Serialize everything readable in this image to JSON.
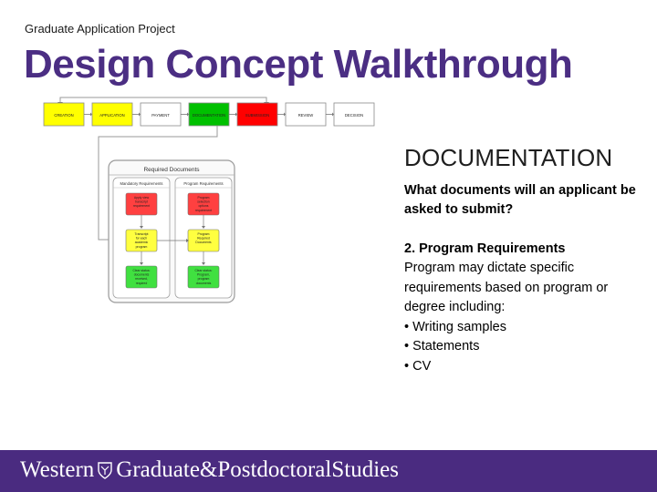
{
  "header": {
    "kicker": "Graduate Application Project",
    "title": "Design Concept Walkthrough"
  },
  "diagram": {
    "steps": [
      {
        "label": "CREATION",
        "color": "#ffff00"
      },
      {
        "label": "APPLICATION",
        "color": "#ffff00"
      },
      {
        "label": "PAYMENT",
        "color": "#ffffff"
      },
      {
        "label": "DOCUMENTATION",
        "color": "#00c000"
      },
      {
        "label": "SUBMISSION",
        "color": "#ff0000"
      },
      {
        "label": "REVIEW",
        "color": "#ffffff"
      },
      {
        "label": "DECISION",
        "color": "#ffffff"
      }
    ],
    "panel_title": "Required Documents",
    "lanes": [
      {
        "title": "Mandatory Requirements",
        "cards": [
          "Apply view transcript requirement",
          "Transcript for each academic program",
          "Clear status: documents received, required"
        ]
      },
      {
        "title": "Program Requirements",
        "cards": [
          "Program selection options requirement",
          "Program Required Documents",
          "Clear status: Program, program documents"
        ]
      }
    ]
  },
  "content": {
    "heading": "DOCUMENTATION",
    "question": "What documents will an applicant be asked to submit?",
    "subheading": "2. Program Requirements",
    "body": "Program may dictate specific requirements based on program or degree including:",
    "bullets": [
      "Writing samples",
      "Statements",
      "CV"
    ]
  },
  "footer": {
    "left": "Western",
    "right": "Graduate&PostdoctoralStudies",
    "bg": "#4a2b80"
  }
}
